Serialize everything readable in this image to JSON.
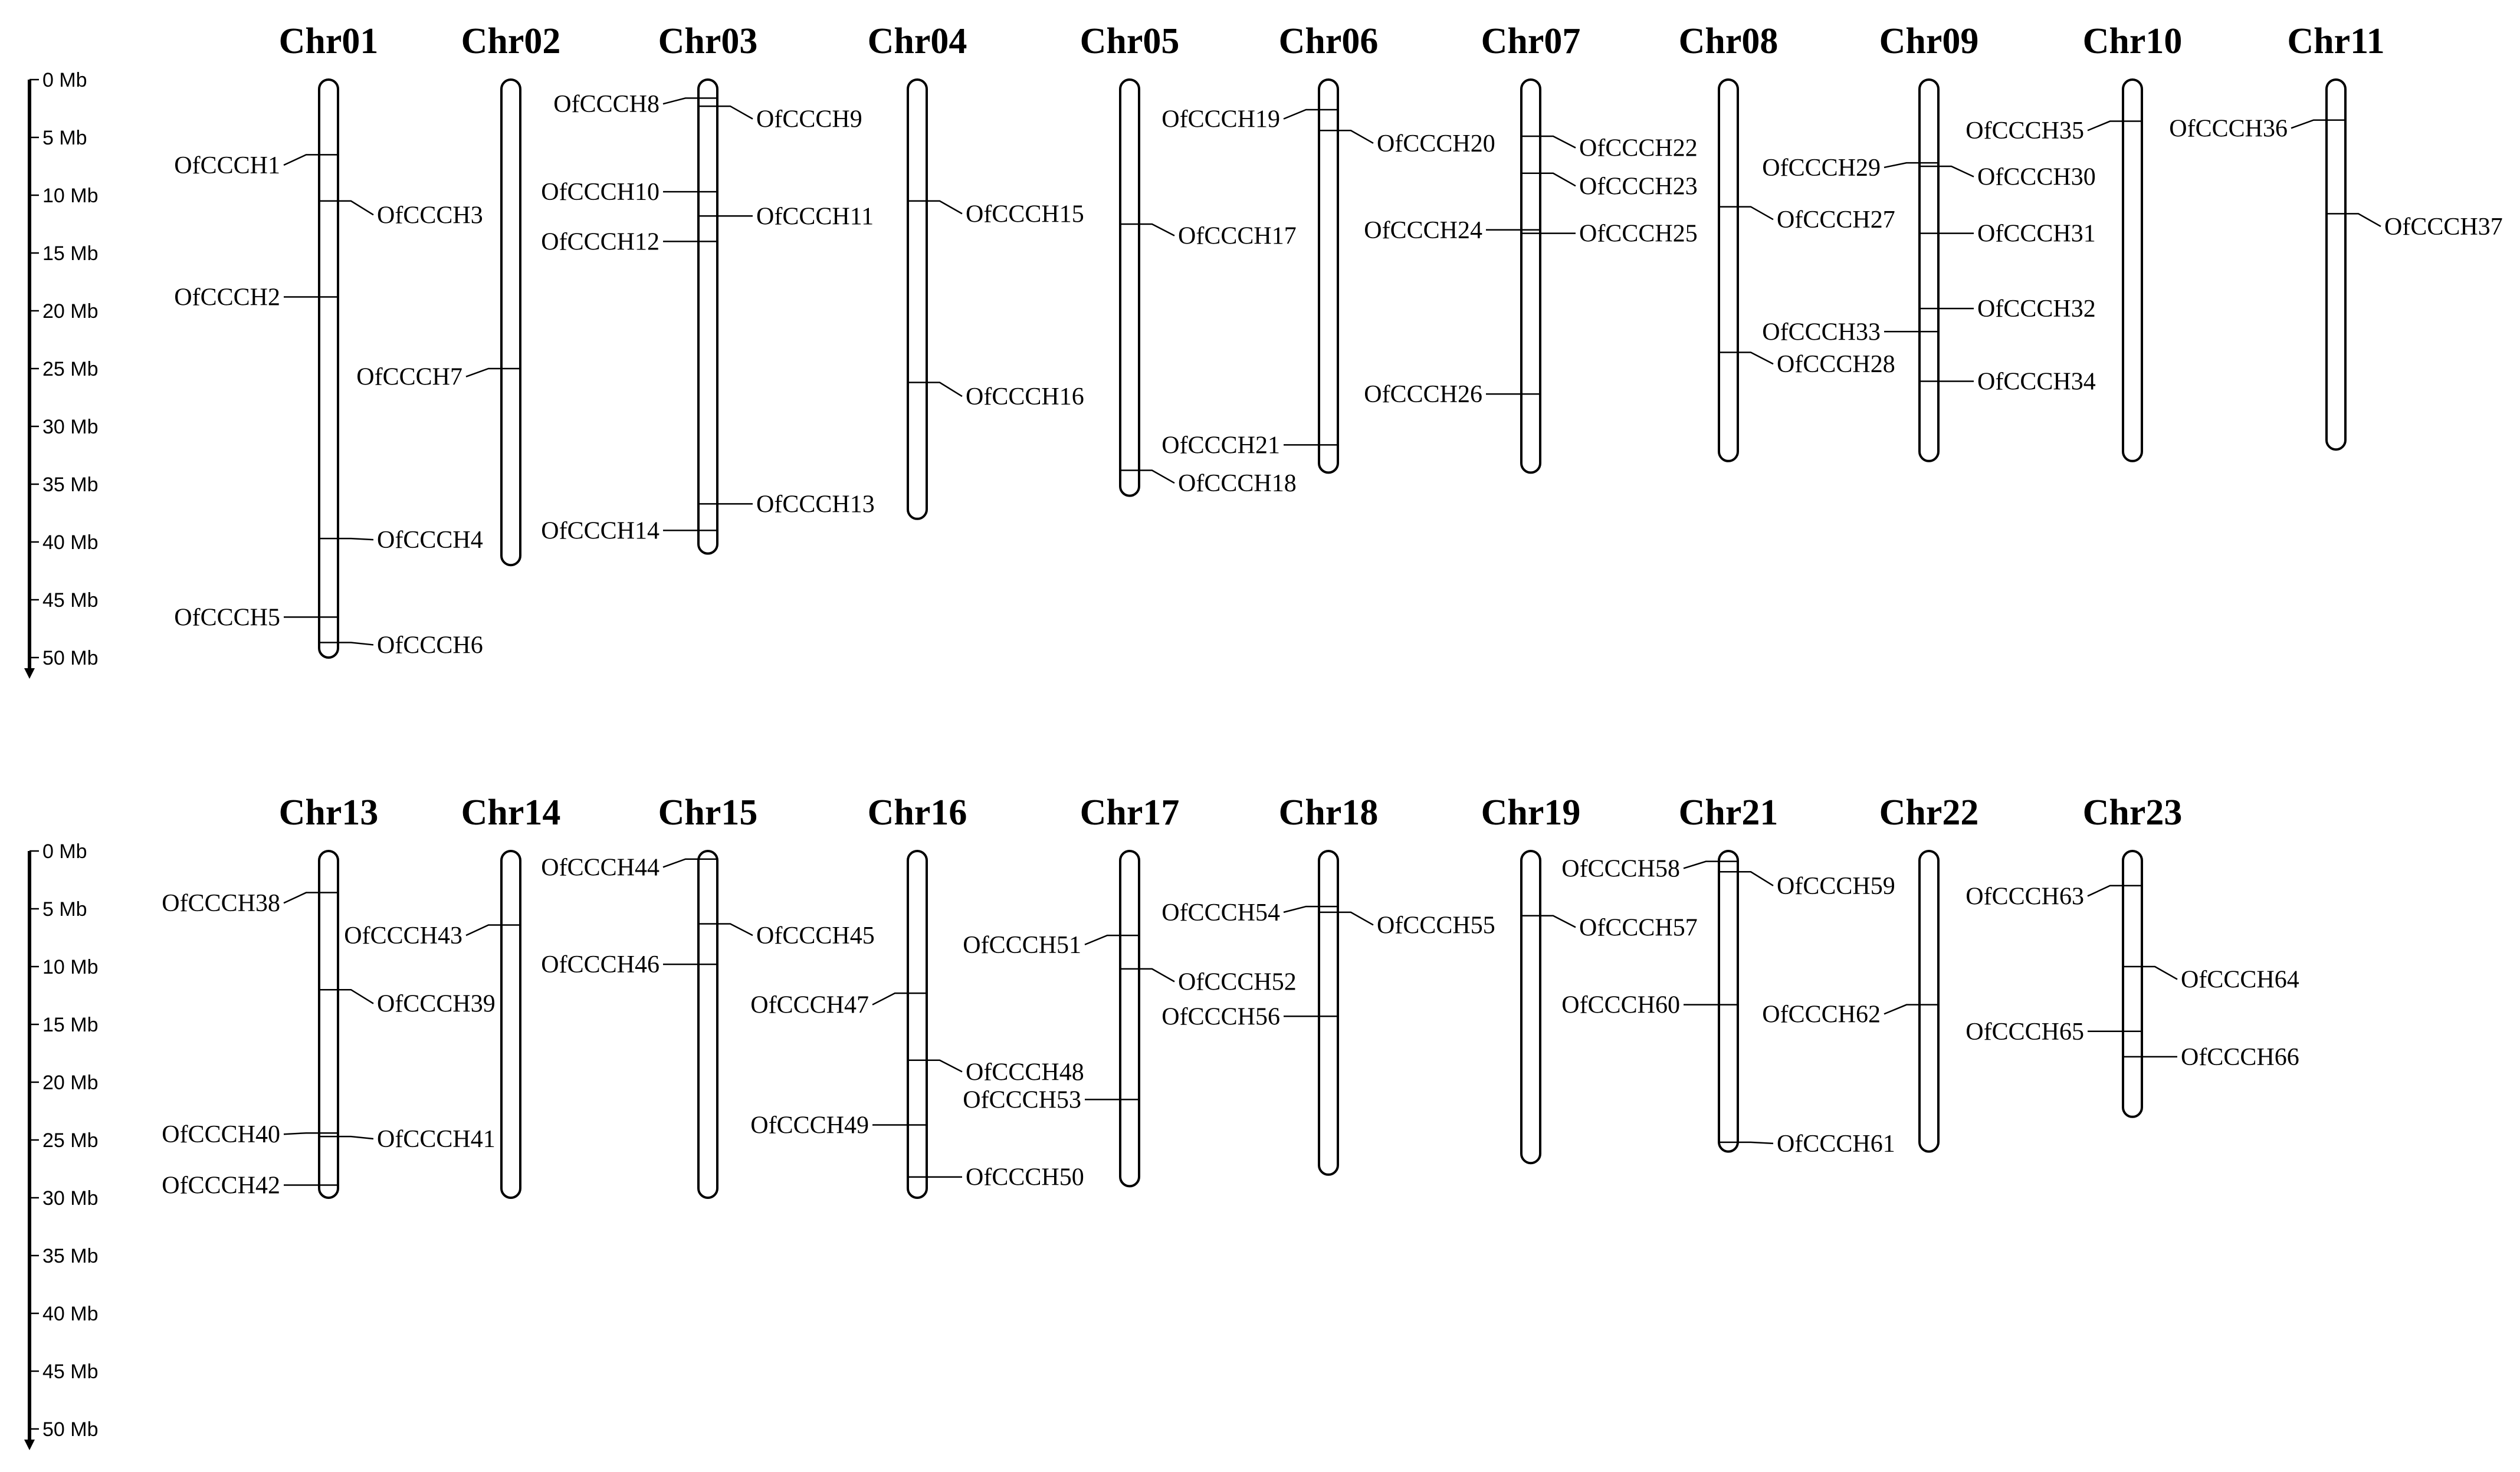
{
  "scale": {
    "ticks": [
      "0 Mb",
      "5 Mb",
      "10 Mb",
      "15 Mb",
      "20 Mb",
      "25 Mb",
      "30 Mb",
      "35 Mb",
      "40 Mb",
      "45 Mb",
      "50 Mb"
    ],
    "tick_values": [
      0,
      5,
      10,
      15,
      20,
      25,
      30,
      35,
      40,
      45,
      50
    ],
    "max_mb": 50
  },
  "rows": [
    {
      "chromosomes": [
        {
          "name": "Chr01",
          "length": 50,
          "genes": [
            {
              "name": "OfCCCH1",
              "pos": 6.5,
              "side": "left",
              "label_y": 7.4
            },
            {
              "name": "OfCCCH3",
              "pos": 10.5,
              "side": "right",
              "label_y": 11.7
            },
            {
              "name": "OfCCCH2",
              "pos": 18.8,
              "side": "left",
              "label_y": 18.8
            },
            {
              "name": "OfCCCH4",
              "pos": 39.7,
              "side": "right",
              "label_y": 39.8
            },
            {
              "name": "OfCCCH5",
              "pos": 46.5,
              "side": "left",
              "label_y": 46.5
            },
            {
              "name": "OfCCCH6",
              "pos": 48.7,
              "side": "right",
              "label_y": 48.9
            }
          ]
        },
        {
          "name": "Chr02",
          "length": 42,
          "genes": [
            {
              "name": "OfCCCH7",
              "pos": 25.0,
              "side": "left",
              "label_y": 25.7
            }
          ]
        },
        {
          "name": "Chr03",
          "length": 41,
          "genes": [
            {
              "name": "OfCCCH8",
              "pos": 1.6,
              "side": "left",
              "label_y": 2.1
            },
            {
              "name": "OfCCCH9",
              "pos": 2.3,
              "side": "right",
              "label_y": 3.4
            },
            {
              "name": "OfCCCH10",
              "pos": 9.7,
              "side": "left",
              "label_y": 9.7
            },
            {
              "name": "OfCCCH11",
              "pos": 11.8,
              "side": "right",
              "label_y": 11.8
            },
            {
              "name": "OfCCCH12",
              "pos": 14.0,
              "side": "left",
              "label_y": 14.0
            },
            {
              "name": "OfCCCH13",
              "pos": 36.7,
              "side": "right",
              "label_y": 36.7
            },
            {
              "name": "OfCCCH14",
              "pos": 39.0,
              "side": "left",
              "label_y": 39.0
            }
          ]
        },
        {
          "name": "Chr04",
          "length": 38,
          "genes": [
            {
              "name": "OfCCCH15",
              "pos": 10.5,
              "side": "right",
              "label_y": 11.6
            },
            {
              "name": "OfCCCH16",
              "pos": 26.2,
              "side": "right",
              "label_y": 27.4
            }
          ]
        },
        {
          "name": "Chr05",
          "length": 36,
          "genes": [
            {
              "name": "OfCCCH17",
              "pos": 12.5,
              "side": "right",
              "label_y": 13.5
            },
            {
              "name": "OfCCCH18",
              "pos": 33.8,
              "side": "right",
              "label_y": 34.9
            }
          ]
        },
        {
          "name": "Chr06",
          "length": 34,
          "genes": [
            {
              "name": "OfCCCH19",
              "pos": 2.6,
              "side": "left",
              "label_y": 3.4
            },
            {
              "name": "OfCCCH20",
              "pos": 4.4,
              "side": "right",
              "label_y": 5.5
            },
            {
              "name": "OfCCCH21",
              "pos": 31.6,
              "side": "left",
              "label_y": 31.6
            }
          ]
        },
        {
          "name": "Chr07",
          "length": 34,
          "genes": [
            {
              "name": "OfCCCH22",
              "pos": 4.9,
              "side": "right",
              "label_y": 5.9
            },
            {
              "name": "OfCCCH23",
              "pos": 8.1,
              "side": "right",
              "label_y": 9.2
            },
            {
              "name": "OfCCCH24",
              "pos": 13.0,
              "side": "left",
              "label_y": 13.0
            },
            {
              "name": "OfCCCH25",
              "pos": 13.3,
              "side": "right",
              "label_y": 13.3
            },
            {
              "name": "OfCCCH26",
              "pos": 27.2,
              "side": "left",
              "label_y": 27.2
            }
          ]
        },
        {
          "name": "Chr08",
          "length": 33,
          "genes": [
            {
              "name": "OfCCCH27",
              "pos": 11.0,
              "side": "right",
              "label_y": 12.1
            },
            {
              "name": "OfCCCH28",
              "pos": 23.6,
              "side": "right",
              "label_y": 24.6
            }
          ]
        },
        {
          "name": "Chr09",
          "length": 33,
          "genes": [
            {
              "name": "OfCCCH29",
              "pos": 7.2,
              "side": "left",
              "label_y": 7.6
            },
            {
              "name": "OfCCCH30",
              "pos": 7.5,
              "side": "right",
              "label_y": 8.4
            },
            {
              "name": "OfCCCH31",
              "pos": 13.3,
              "side": "right",
              "label_y": 13.3
            },
            {
              "name": "OfCCCH32",
              "pos": 19.8,
              "side": "right",
              "label_y": 19.8
            },
            {
              "name": "OfCCCH33",
              "pos": 21.8,
              "side": "left",
              "label_y": 21.8
            },
            {
              "name": "OfCCCH34",
              "pos": 26.1,
              "side": "right",
              "label_y": 26.1
            }
          ]
        },
        {
          "name": "Chr10",
          "length": 33,
          "genes": [
            {
              "name": "OfCCCH35",
              "pos": 3.6,
              "side": "left",
              "label_y": 4.4
            }
          ]
        },
        {
          "name": "Chr11",
          "length": 32,
          "genes": [
            {
              "name": "OfCCCH36",
              "pos": 3.5,
              "side": "left",
              "label_y": 4.2
            },
            {
              "name": "OfCCCH37",
              "pos": 11.6,
              "side": "right",
              "label_y": 12.7
            }
          ]
        }
      ]
    },
    {
      "chromosomes": [
        {
          "name": "Chr13",
          "length": 30,
          "genes": [
            {
              "name": "OfCCCH38",
              "pos": 3.6,
              "side": "left",
              "label_y": 4.5
            },
            {
              "name": "OfCCCH39",
              "pos": 12.0,
              "side": "right",
              "label_y": 13.2
            },
            {
              "name": "OfCCCH40",
              "pos": 24.4,
              "side": "left",
              "label_y": 24.5
            },
            {
              "name": "OfCCCH41",
              "pos": 24.7,
              "side": "right",
              "label_y": 24.9
            },
            {
              "name": "OfCCCH42",
              "pos": 28.9,
              "side": "left",
              "label_y": 28.9
            }
          ]
        },
        {
          "name": "Chr14",
          "length": 30,
          "genes": [
            {
              "name": "OfCCCH43",
              "pos": 6.4,
              "side": "left",
              "label_y": 7.3
            }
          ]
        },
        {
          "name": "Chr15",
          "length": 30,
          "genes": [
            {
              "name": "OfCCCH44",
              "pos": 0.7,
              "side": "left",
              "label_y": 1.4
            },
            {
              "name": "OfCCCH45",
              "pos": 6.3,
              "side": "right",
              "label_y": 7.3
            },
            {
              "name": "OfCCCH46",
              "pos": 9.8,
              "side": "left",
              "label_y": 9.8
            }
          ]
        },
        {
          "name": "Chr16",
          "length": 30,
          "genes": [
            {
              "name": "OfCCCH47",
              "pos": 12.3,
              "side": "left",
              "label_y": 13.3
            },
            {
              "name": "OfCCCH48",
              "pos": 18.1,
              "side": "right",
              "label_y": 19.1
            },
            {
              "name": "OfCCCH49",
              "pos": 23.7,
              "side": "left",
              "label_y": 23.7
            },
            {
              "name": "OfCCCH50",
              "pos": 28.2,
              "side": "right",
              "label_y": 28.2
            }
          ]
        },
        {
          "name": "Chr17",
          "length": 29,
          "genes": [
            {
              "name": "OfCCCH51",
              "pos": 7.3,
              "side": "left",
              "label_y": 8.1
            },
            {
              "name": "OfCCCH52",
              "pos": 10.2,
              "side": "right",
              "label_y": 11.3
            },
            {
              "name": "OfCCCH53",
              "pos": 21.5,
              "side": "left",
              "label_y": 21.5
            }
          ]
        },
        {
          "name": "Chr18",
          "length": 28,
          "genes": [
            {
              "name": "OfCCCH54",
              "pos": 4.8,
              "side": "left",
              "label_y": 5.3
            },
            {
              "name": "OfCCCH55",
              "pos": 5.3,
              "side": "right",
              "label_y": 6.4
            },
            {
              "name": "OfCCCH56",
              "pos": 14.3,
              "side": "left",
              "label_y": 14.3
            }
          ]
        },
        {
          "name": "Chr19",
          "length": 27,
          "genes": [
            {
              "name": "OfCCCH57",
              "pos": 5.6,
              "side": "right",
              "label_y": 6.6
            }
          ]
        },
        {
          "name": "Chr21",
          "length": 26,
          "genes": [
            {
              "name": "OfCCCH58",
              "pos": 0.9,
              "side": "left",
              "label_y": 1.5
            },
            {
              "name": "OfCCCH59",
              "pos": 1.8,
              "side": "right",
              "label_y": 3.0
            },
            {
              "name": "OfCCCH60",
              "pos": 13.3,
              "side": "left",
              "label_y": 13.3
            },
            {
              "name": "OfCCCH61",
              "pos": 25.2,
              "side": "right",
              "label_y": 25.3
            }
          ]
        },
        {
          "name": "Chr22",
          "length": 26,
          "genes": [
            {
              "name": "OfCCCH62",
              "pos": 13.3,
              "side": "left",
              "label_y": 14.1
            }
          ]
        },
        {
          "name": "Chr23",
          "length": 23,
          "genes": [
            {
              "name": "OfCCCH63",
              "pos": 3.0,
              "side": "left",
              "label_y": 3.9
            },
            {
              "name": "OfCCCH64",
              "pos": 10.0,
              "side": "right",
              "label_y": 11.1
            },
            {
              "name": "OfCCCH65",
              "pos": 15.6,
              "side": "left",
              "label_y": 15.6
            },
            {
              "name": "OfCCCH66",
              "pos": 17.8,
              "side": "right",
              "label_y": 17.8
            }
          ]
        }
      ]
    }
  ]
}
